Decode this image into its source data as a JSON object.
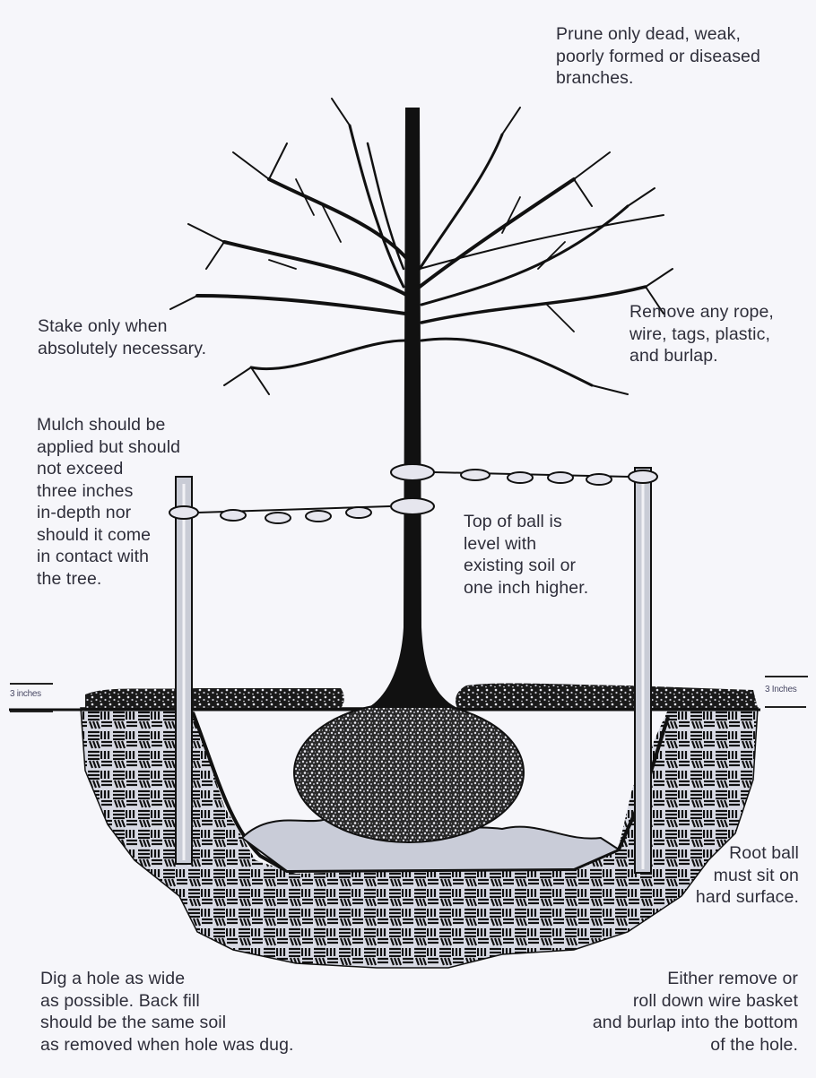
{
  "annotations": {
    "prune": "Prune only dead, weak,\npoorly formed or diseased\nbranches.",
    "stake": "Stake only when\nabsolutely necessary.",
    "remove_rope": "Remove any rope,\nwire, tags, plastic,\nand burlap.",
    "mulch": "Mulch should be\napplied but should\nnot exceed\nthree inches\nin-depth nor\nshould it come\nin contact with\nthe tree.",
    "top_of_ball": "Top of ball is\nlevel with\nexisting soil or\none inch higher.",
    "root_ball": "Root ball\nmust sit on\nhard surface.",
    "dig_hole": "Dig a hole as wide\nas possible. Back fill\nshould be the same soil\nas removed when hole was dug.",
    "wire_basket": "Either remove or\nroll down wire basket\nand burlap into the bottom\nof the hole."
  },
  "mulch_depth_left": "3 inches",
  "mulch_depth_right": "3 Inches",
  "colors": {
    "background": "#f6f6fa",
    "ink": "#111111",
    "text": "#2e2e3a",
    "stake_fill": "#c9ccd6"
  }
}
